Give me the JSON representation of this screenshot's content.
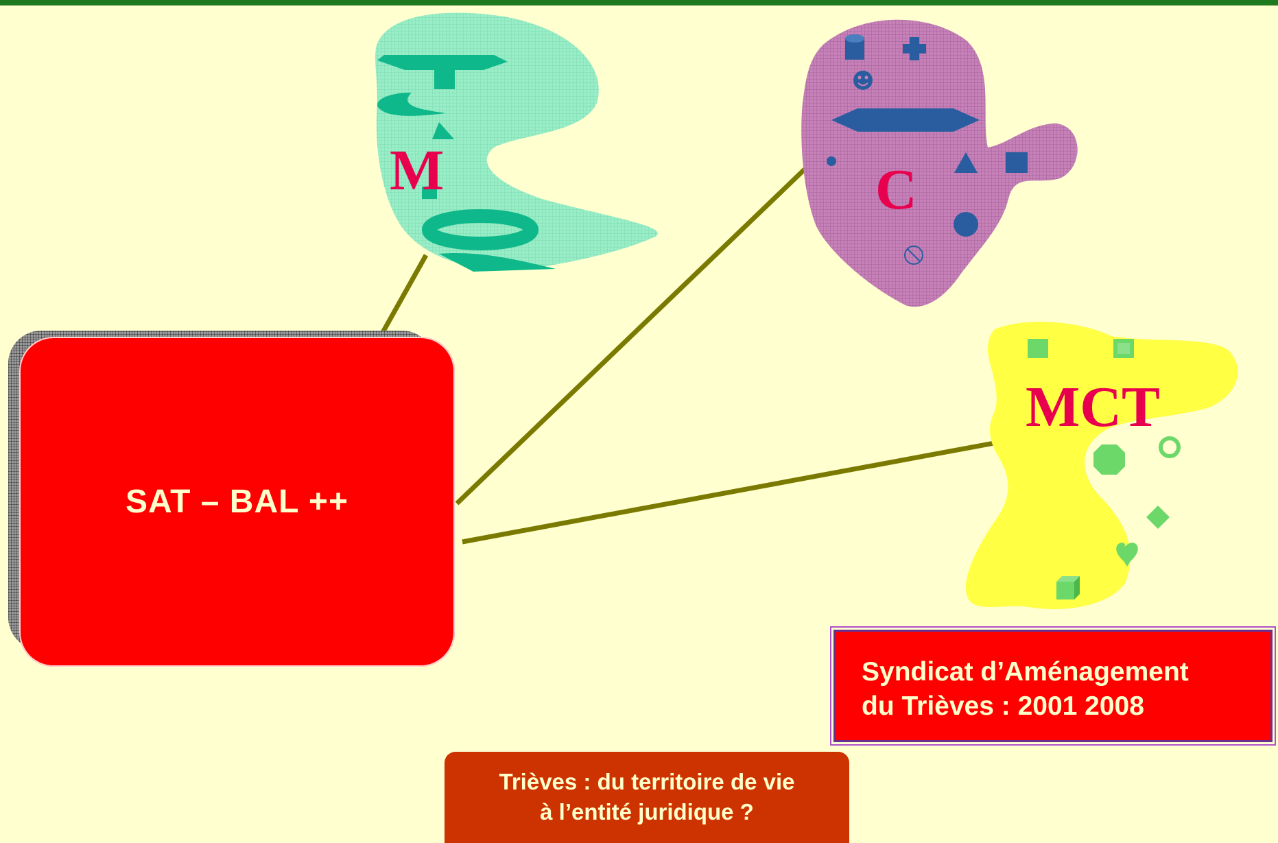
{
  "diagram": {
    "center_label": "SAT – BAL ++",
    "blob_m_label": "M",
    "blob_c_label": "C",
    "blob_mct_label": "MCT",
    "syndicat_line1": "Syndicat d’Aménagement",
    "syndicat_line2": "du Trièves : 2001 2008",
    "trieves_line1": "Trièves : du territoire de vie",
    "trieves_line2": "à l’entité juridique ?"
  },
  "colors": {
    "background": "#FFFFD0",
    "center_box": "#FF0000",
    "blob_m": "#99EEC8",
    "blob_c": "#C682B8",
    "blob_mct": "#FFFF44",
    "connector": "#7A7A00",
    "letters": "#E8004F",
    "trieves_box": "#CC3300"
  },
  "icons": {
    "blob_m": [
      "lamp-shape-icon",
      "crescent-icon",
      "triangle-icon",
      "ring-icon"
    ],
    "blob_c": [
      "cylinder-icon",
      "cross-icon",
      "smiley-icon",
      "hexagon-icon",
      "circle-icon",
      "triangle-icon",
      "square-icon",
      "no-symbol-icon"
    ],
    "blob_mct": [
      "square-icon",
      "bevel-icon",
      "octagon-icon",
      "donut-icon",
      "diamond-icon",
      "heart-icon",
      "cube-icon"
    ]
  }
}
